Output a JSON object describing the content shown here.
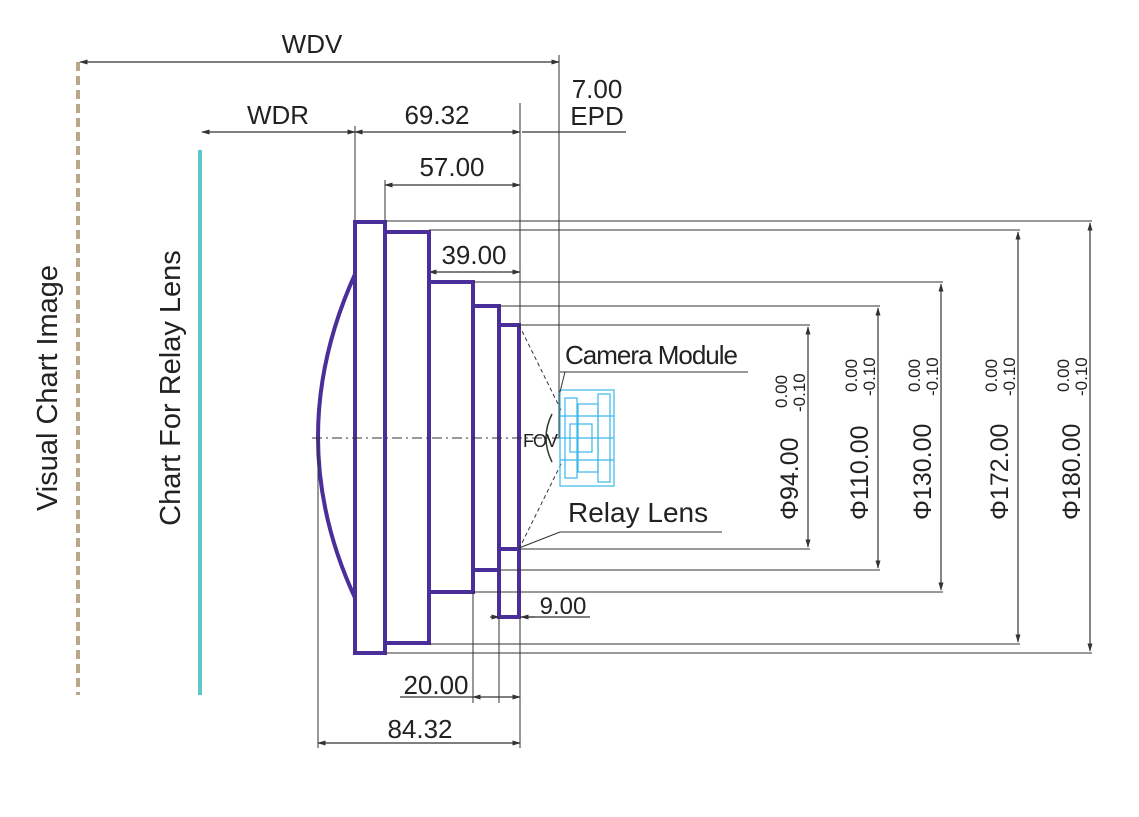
{
  "labels": {
    "wdv": "WDV",
    "wdr": "WDR",
    "epd_value": "7.00",
    "epd": "EPD",
    "visual_chart": "Visual Chart Image",
    "relay_chart": "Chart For Relay Lens",
    "camera_module": "Camera Module",
    "relay_lens": "Relay Lens",
    "fov": "FOV"
  },
  "dimensions": {
    "length_69": "69.32",
    "length_57": "57.00",
    "length_39": "39.00",
    "length_9": "9.00",
    "length_20": "20.00",
    "length_84": "84.32"
  },
  "diameters": [
    {
      "value": "Φ94.00",
      "tol_upper": "0.00",
      "tol_lower": "-0.10"
    },
    {
      "value": "Φ110.00",
      "tol_upper": "0.00",
      "tol_lower": "-0.10"
    },
    {
      "value": "Φ130.00",
      "tol_upper": "0.00",
      "tol_lower": "-0.10"
    },
    {
      "value": "Φ172.00",
      "tol_upper": "0.00",
      "tol_lower": "-0.10"
    },
    {
      "value": "Φ180.00",
      "tol_upper": "0.00",
      "tol_lower": "-0.10"
    }
  ],
  "colors": {
    "lens_outline": "#4a2e99",
    "visual_chart_line": "#b9a78a",
    "relay_chart_line": "#5bc8cc",
    "camera_module": "#3bb8e8"
  }
}
